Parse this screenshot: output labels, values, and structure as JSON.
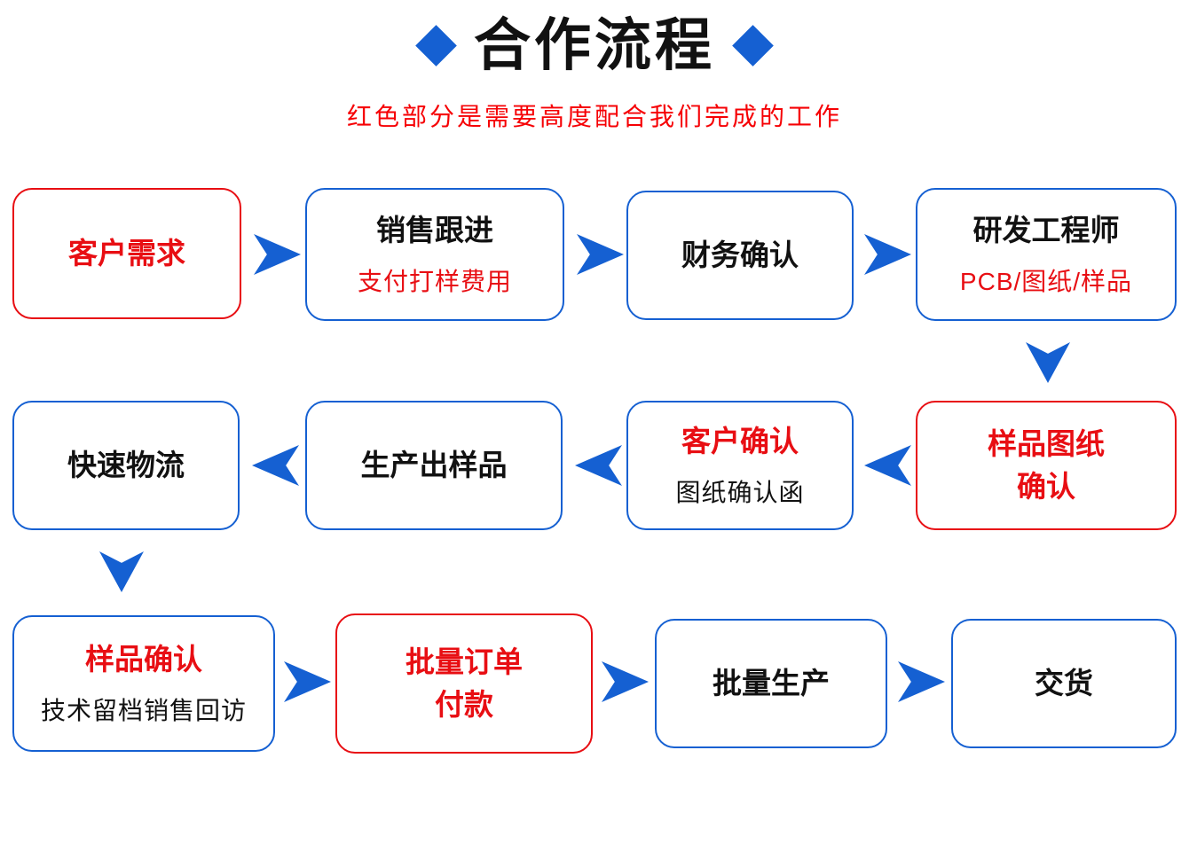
{
  "header": {
    "title": "合作流程",
    "subtitle": "红色部分是需要高度配合我们完成的工作",
    "left_icon": "diamond-icon",
    "right_icon": "diamond-icon"
  },
  "colors": {
    "accent_blue": "#1560D2",
    "accent_red": "#E80E13",
    "text_black": "#111111"
  },
  "nodes": [
    {
      "title": "客户需求"
    },
    {
      "title": "销售跟进",
      "subtitle": "支付打样费用"
    },
    {
      "title": "财务确认"
    },
    {
      "title": "研发工程师",
      "subtitle": "PCB/图纸/样品"
    },
    {
      "title": "样品图纸",
      "title_line2": "确认"
    },
    {
      "title": "客户确认",
      "subtitle": "图纸确认函"
    },
    {
      "title": "生产出样品"
    },
    {
      "title": "快速物流"
    },
    {
      "title": "样品确认",
      "subtitle": "技术留档销售回访"
    },
    {
      "title": "批量订单",
      "title_line2": "付款"
    },
    {
      "title": "批量生产"
    },
    {
      "title": "交货"
    }
  ],
  "arrows": [
    {
      "icon": "arrow-right-icon",
      "direction": "right"
    },
    {
      "icon": "arrow-right-icon",
      "direction": "right"
    },
    {
      "icon": "arrow-right-icon",
      "direction": "right"
    },
    {
      "icon": "arrow-down-icon",
      "direction": "down"
    },
    {
      "icon": "arrow-left-icon",
      "direction": "left"
    },
    {
      "icon": "arrow-left-icon",
      "direction": "left"
    },
    {
      "icon": "arrow-left-icon",
      "direction": "left"
    },
    {
      "icon": "arrow-down-icon",
      "direction": "down"
    },
    {
      "icon": "arrow-right-icon",
      "direction": "right"
    },
    {
      "icon": "arrow-right-icon",
      "direction": "right"
    },
    {
      "icon": "arrow-right-icon",
      "direction": "right"
    }
  ]
}
